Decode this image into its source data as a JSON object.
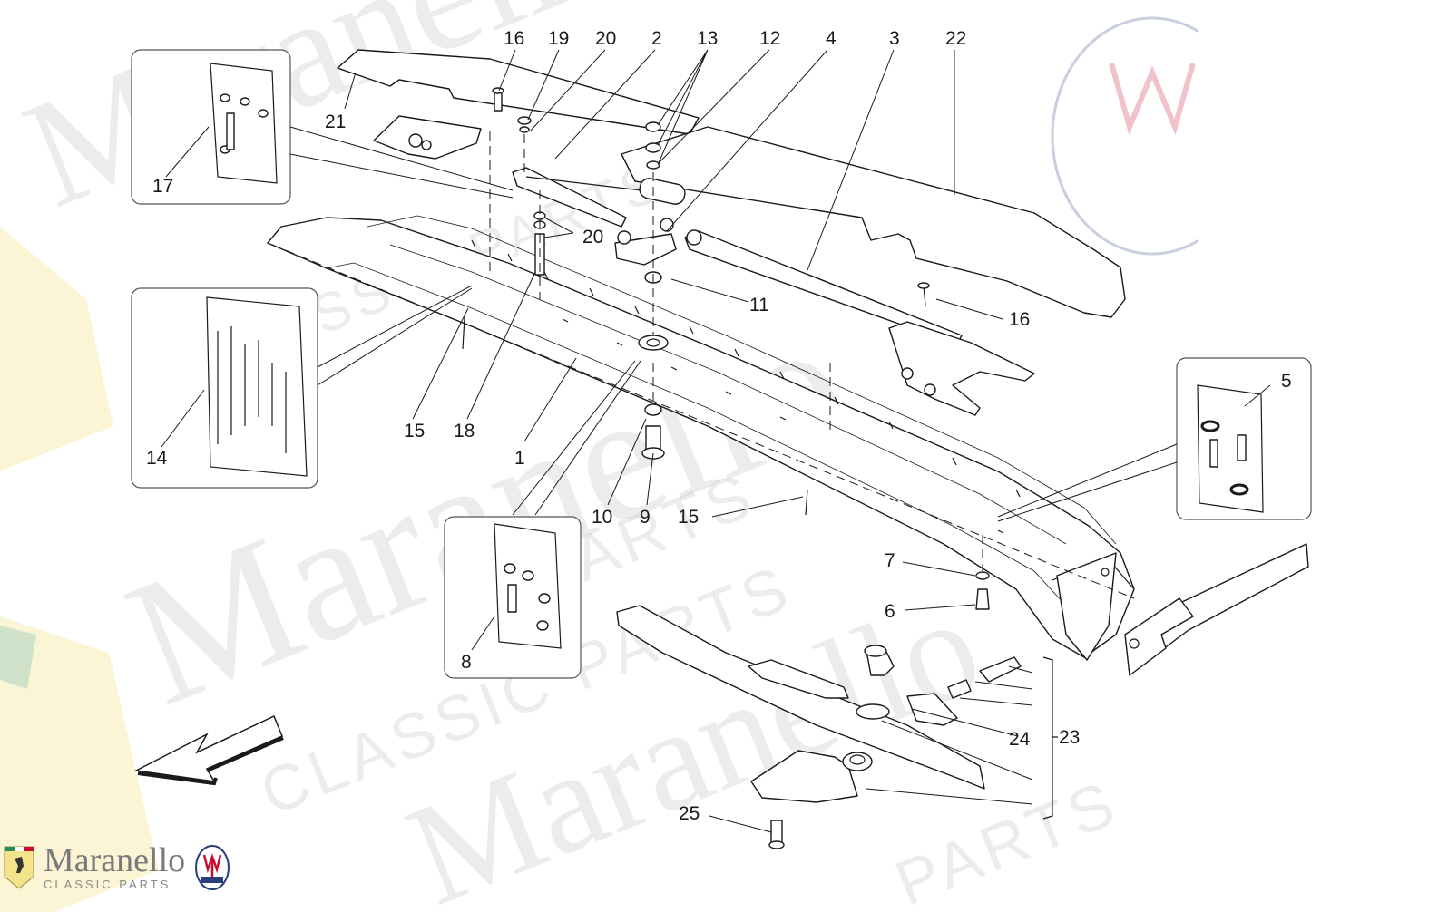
{
  "brand": {
    "name": "Maranello",
    "subtitle": "CLASSIC PARTS"
  },
  "watermark": {
    "script": "Maranello",
    "sub": "CLASSIC PARTS",
    "parts": "PARTS"
  },
  "callouts": {
    "c1": "1",
    "c2": "2",
    "c3": "3",
    "c4": "4",
    "c5": "5",
    "c6": "6",
    "c7": "7",
    "c8": "8",
    "c9": "9",
    "c10": "10",
    "c11a": "11",
    "c12": "12",
    "c13": "13",
    "c14": "14",
    "c15a": "15",
    "c15b": "15",
    "c16a": "16",
    "c16b": "16",
    "c17": "17",
    "c18": "18",
    "c19": "19",
    "c20a": "20",
    "c20b": "20",
    "c21": "21",
    "c22": "22",
    "c23": "23",
    "c24": "24",
    "c25": "25"
  },
  "colors": {
    "line": "#1a1a1a",
    "watermark": "#c9c9c9",
    "ferrari_yellow": "#f3e38a",
    "maserati_red": "#c8102e",
    "maserati_blue": "#2a3f7a"
  }
}
